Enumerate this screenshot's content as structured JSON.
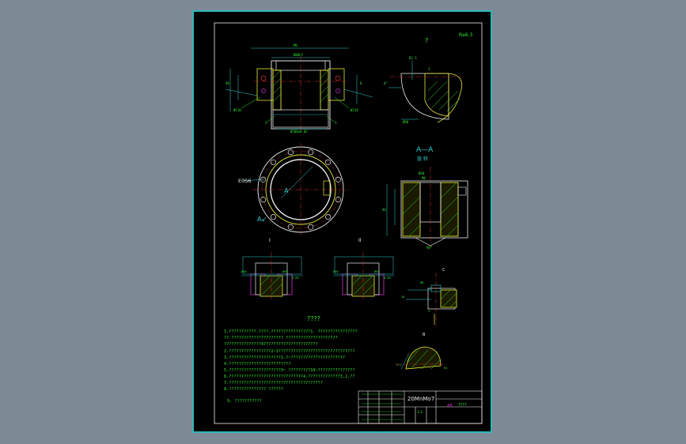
{
  "viewer": {
    "background": "#7d8a96",
    "paper": "#000000",
    "frame_color": "#2fb7b7"
  },
  "labels": {
    "top_detail": "?",
    "roughness": "Ra6.3",
    "section_title": "A—A",
    "section_sub": "旋 转",
    "view_arrow": "A",
    "view_arrow_mark": "A↙",
    "chamfer": "E0S6",
    "detail_left": "I",
    "detail_right": "II",
    "detail_small": "C",
    "detail_bottom": "B"
  },
  "notes": {
    "heading": "????",
    "lines": [
      "1.???????????.????.????????????????1. ????????????????",
      "??.????????????????????? ?????????????????????",
      "   ???????????????47?????????????????????",
      "2.?????????????????2~3???????????????????????????????",
      "3.?????????????????????1.?~??????????????????????",
      "4.?????????????????????????",
      "5.?????????????????????3~ ?????????10~???????????????",
      "6.??????????????????????????????4,?????????????3,2,??",
      "7.??????????????????????????????????????",
      "8.??????????????? ??????"
    ],
    "footnote": "9. ???????????"
  },
  "title_block": {
    "material": "20MnMo7",
    "scale": "1:1",
    "sheet": "AB",
    "name": "????"
  },
  "colors": {
    "green": "#2ee82e",
    "yellow": "#e8e838",
    "cyan": "#2fd0d0",
    "red": "#e03030",
    "magenta": "#d030d0",
    "white": "#f0f0f0"
  }
}
